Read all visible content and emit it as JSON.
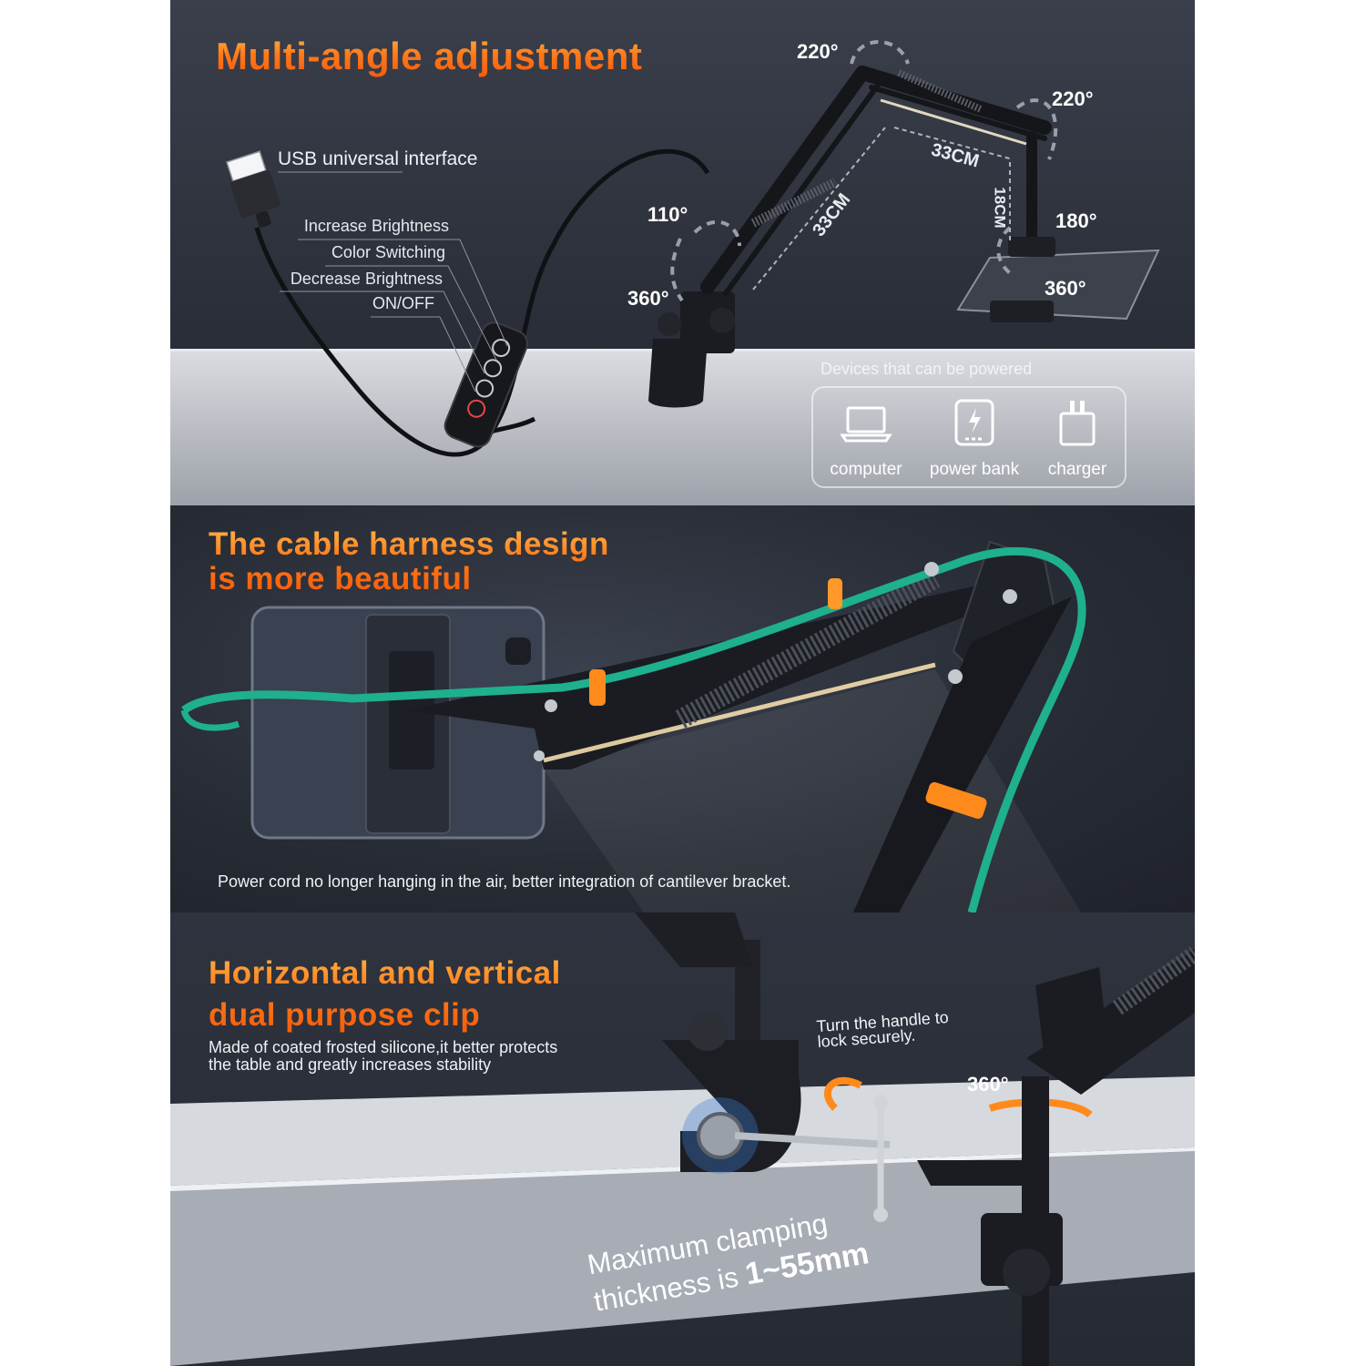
{
  "panel1": {
    "title": "Multi-angle adjustment",
    "usb_label": "USB universal interface",
    "controls": [
      "Increase Brightness",
      "Color Switching",
      "Decrease Brightness",
      "ON/OFF"
    ],
    "remote_onoff": "on/off",
    "angles": {
      "top_joint": "220°",
      "head_joint": "220°",
      "elbow": "110°",
      "base_rotate": "360°",
      "tilt": "180°",
      "holder_rotate": "360°"
    },
    "dimensions": {
      "lower_arm": "33CM",
      "upper_arm": "33CM",
      "drop": "18CM"
    },
    "devices_title": "Devices that can be powered",
    "devices": [
      {
        "name": "computer",
        "icon": "laptop-icon"
      },
      {
        "name": "power bank",
        "icon": "power-bank-icon"
      },
      {
        "name": "charger",
        "icon": "charger-plug-icon"
      }
    ]
  },
  "panel2": {
    "title_line1": "The cable harness design",
    "title_line2": "is more beautiful",
    "caption": "Power cord no longer hanging in the air, better integration of cantilever bracket."
  },
  "panel3": {
    "title_line1": "Horizontal and vertical",
    "title_line2": "dual purpose clip",
    "subtitle_line1": "Made of coated frosted silicone,it better protects",
    "subtitle_line2": "the table and greatly increases stability",
    "handle_line1": "Turn the handle to",
    "handle_line2": "lock securely.",
    "rotate": "360°",
    "clamp_line1": "Maximum clamping",
    "clamp_line2_prefix": "thickness is ",
    "clamp_value": "1~55mm"
  },
  "colors": {
    "title_orange": "#ff7a1a",
    "cable_green": "#1fb08e",
    "clip_orange": "#ff8a1c"
  }
}
